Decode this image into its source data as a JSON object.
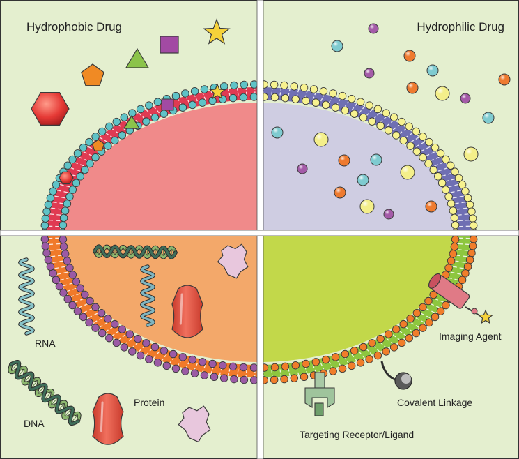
{
  "labels": {
    "hydrophobic": "Hydrophobic Drug",
    "hydrophilic": "Hydrophilic Drug",
    "rna": "RNA",
    "dna": "DNA",
    "protein": "Protein",
    "imaging": "Imaging Agent",
    "covalent": "Covalent Linkage",
    "targeting": "Targeting Receptor/Ligand"
  },
  "colors": {
    "background": "#e4efcf",
    "divider": "#ffffff",
    "border": "#333333",
    "core_hydrophobic": "#f08a8a",
    "bilayer_hydrophobic_tail": "#e03a52",
    "core_hydrophilic": "#cfcde2",
    "bilayer_hydrophilic_tail": "#6f6fb3",
    "core_nucleic": "#f3a86a",
    "bilayer_nucleic_tail": "#f07a2a",
    "core_surface": "#c2d84a",
    "bilayer_surface_tail": "#8dc63f",
    "head_teal": "#5fc3c7",
    "head_yellow": "#f7f28f",
    "head_purple": "#9b5aa5",
    "head_orange": "#f07d2a",
    "drug_hexagon": "#e53935",
    "drug_pentagon": "#f08a24",
    "drug_triangle": "#8bc34a",
    "drug_square": "#a24aa3",
    "drug_star": "#f6d23a",
    "ball_teal": "#7fcbd0",
    "ball_yellow": "#f4ef8a",
    "ball_purple": "#a45ba8",
    "ball_orange": "#ee7a2f",
    "protein_pink": "#e8c7dd",
    "capsule_red": "#e8523f"
  }
}
